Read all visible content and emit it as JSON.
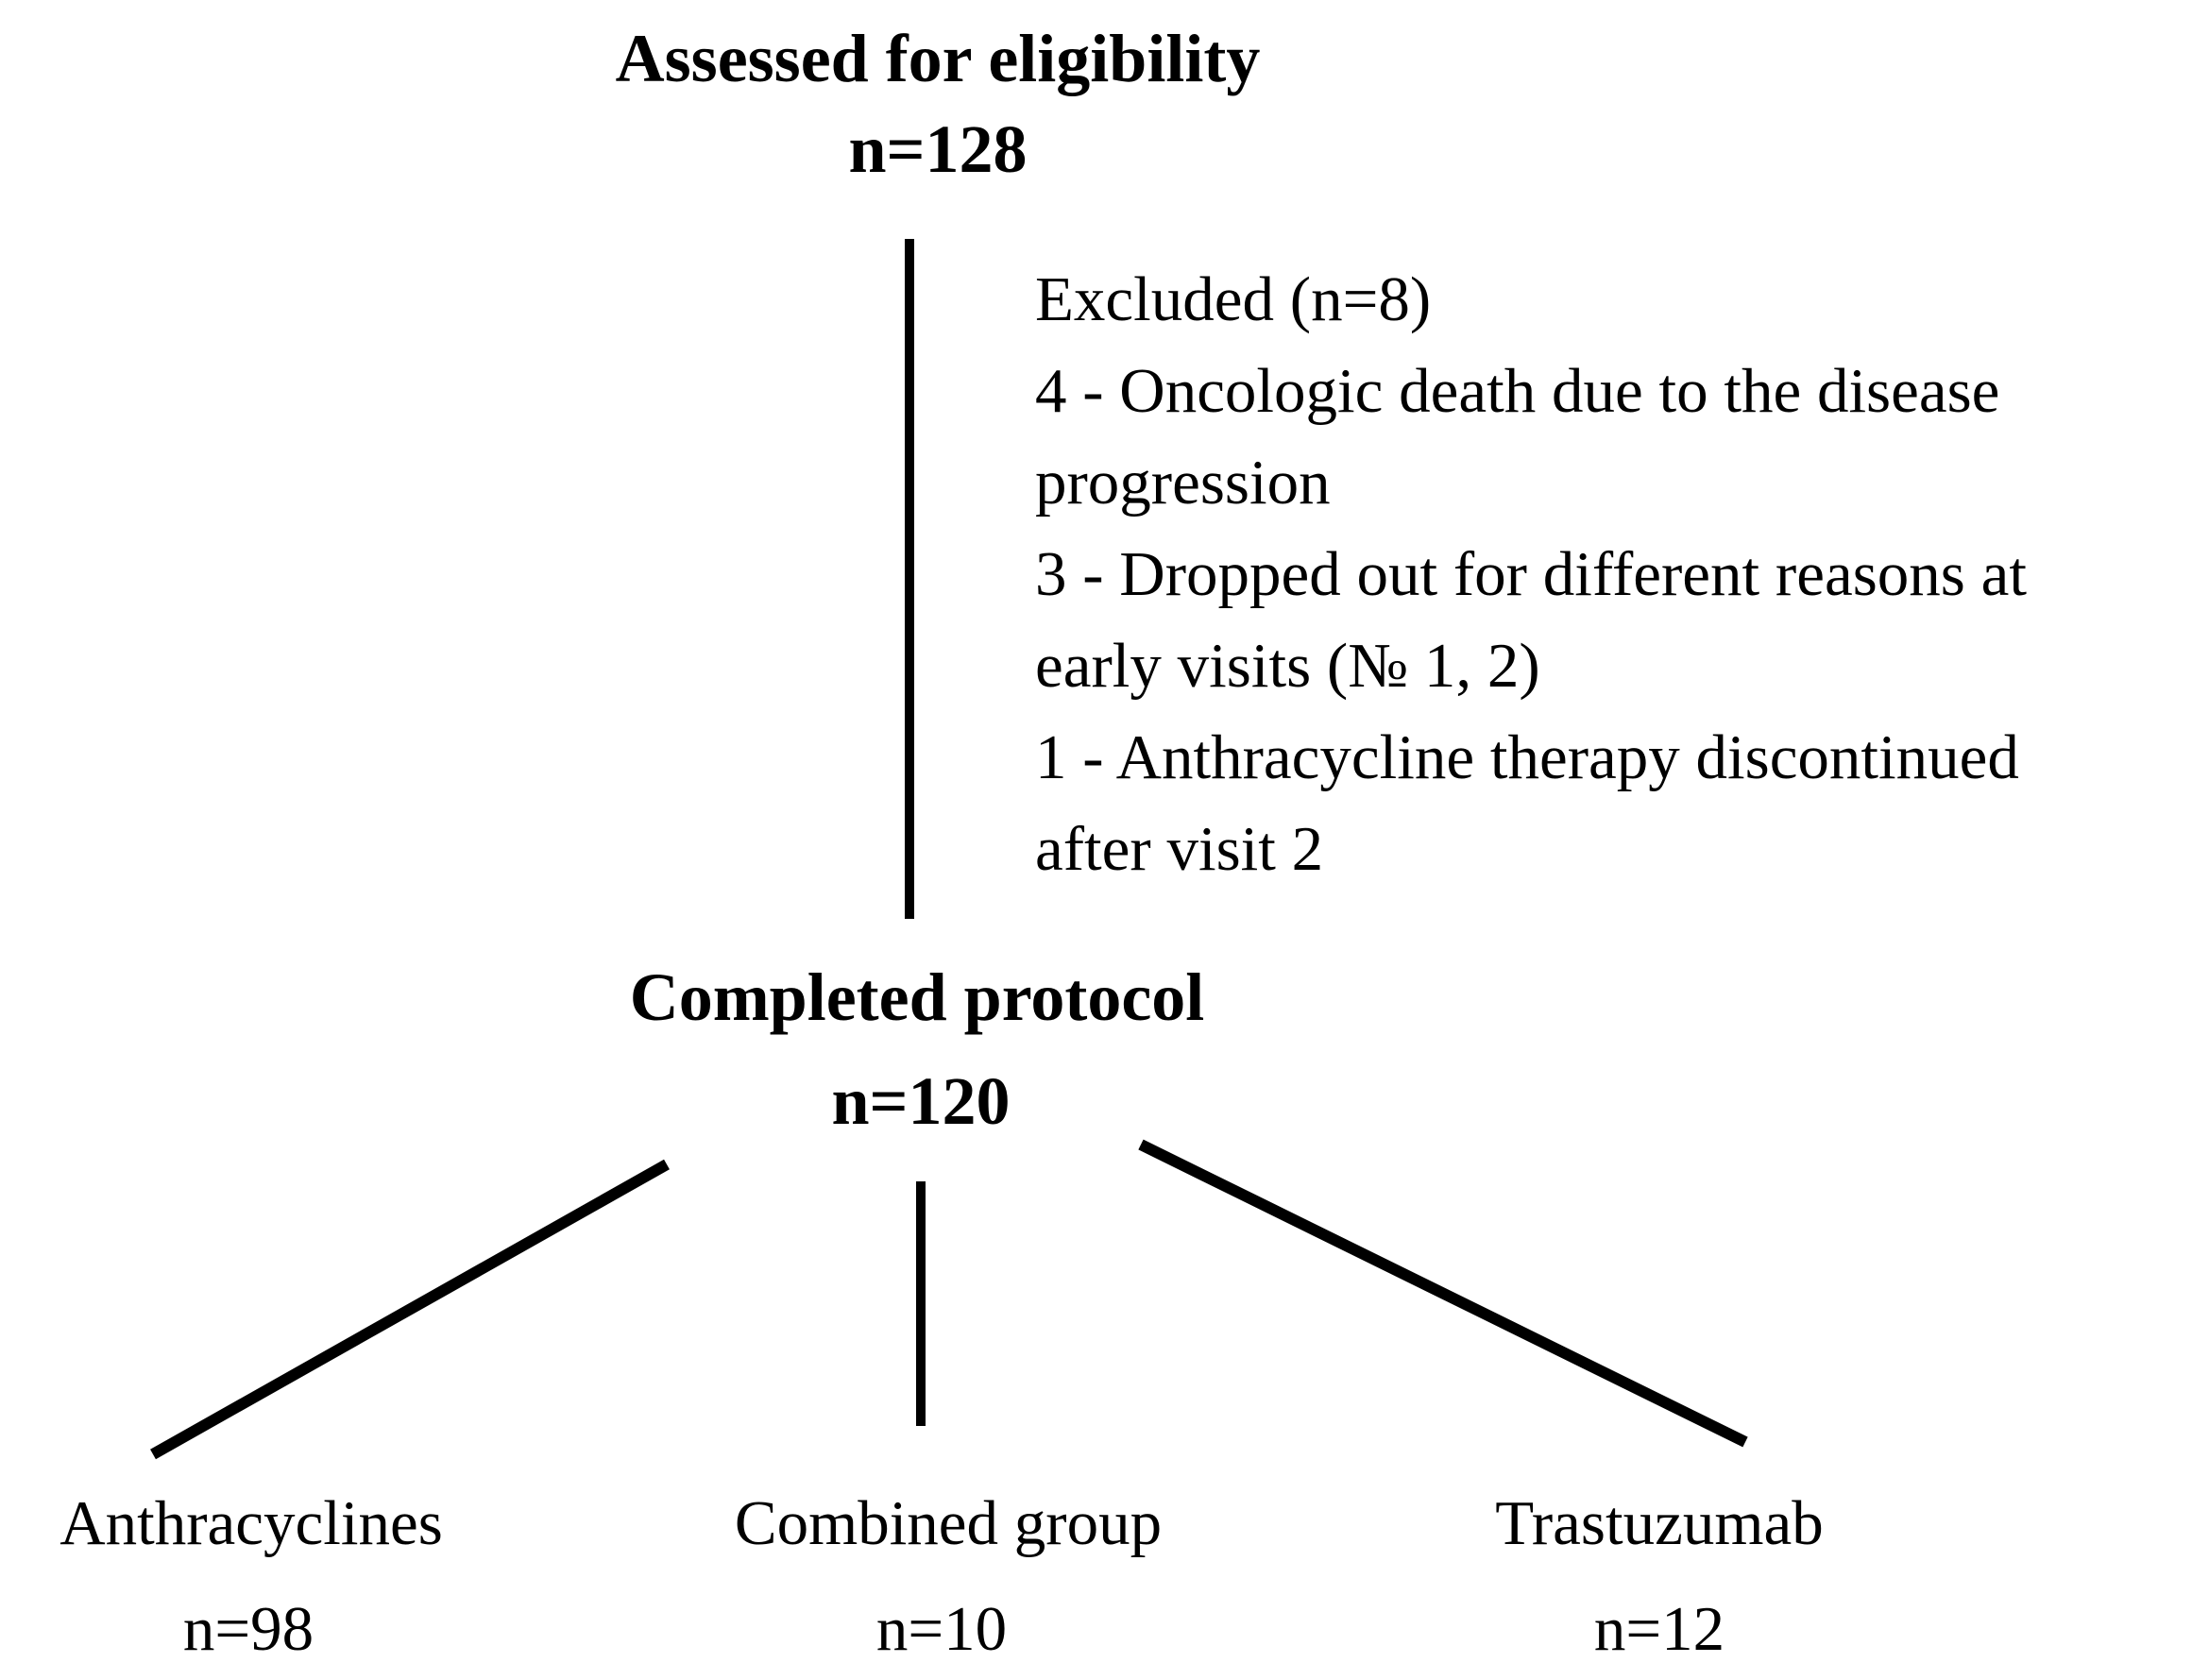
{
  "diagram": {
    "nodes": {
      "assessed": {
        "label": "Assessed for eligibility",
        "count": "n=128"
      },
      "completed": {
        "label": "Completed protocol",
        "count": "n=120"
      },
      "anthracyclines": {
        "label": "Anthracyclines",
        "count": "n=98"
      },
      "combined": {
        "label": "Combined group",
        "count": "n=10"
      },
      "trastuzumab": {
        "label": "Trastuzumab",
        "count": "n=12"
      }
    },
    "excluded": {
      "lines": [
        "Excluded (n=8)",
        "4 - Oncologic death due to the disease",
        "progression",
        "3 - Dropped out for different reasons at",
        "early visits (№ 1, 2)",
        "1 - Anthracycline therapy discontinued",
        "after visit 2"
      ]
    },
    "colors": {
      "text": "#000000",
      "line": "#000000",
      "background": "#ffffff"
    }
  }
}
